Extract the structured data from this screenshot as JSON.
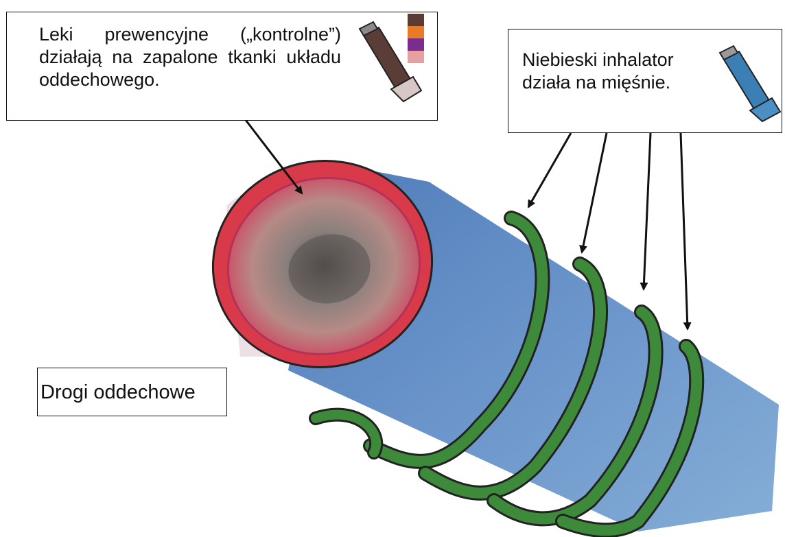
{
  "callouts": {
    "preventer": {
      "text": "Leki prewencyjne („kontrolne”) działają na zapalone tkanki układu oddechowego.",
      "icon": "brown-inhaler-icon",
      "color": "#5a3d36"
    },
    "reliever": {
      "text": "Niebieski inhalator działa na mięśnie.",
      "icon": "blue-inhaler-icon",
      "color": "#3b7fb5"
    }
  },
  "labels": {
    "airways": "Drogi oddechowe"
  },
  "colors": {
    "airway_tube": "#5b86c0",
    "inflamed_lining": "#d93a4a",
    "muscle_bands": "#3d8b3a",
    "lumen": "#6e6a66"
  },
  "color_swatches": [
    "#5a3c35",
    "#e87a2a",
    "#7a2c8f",
    "#e6a0a0"
  ]
}
